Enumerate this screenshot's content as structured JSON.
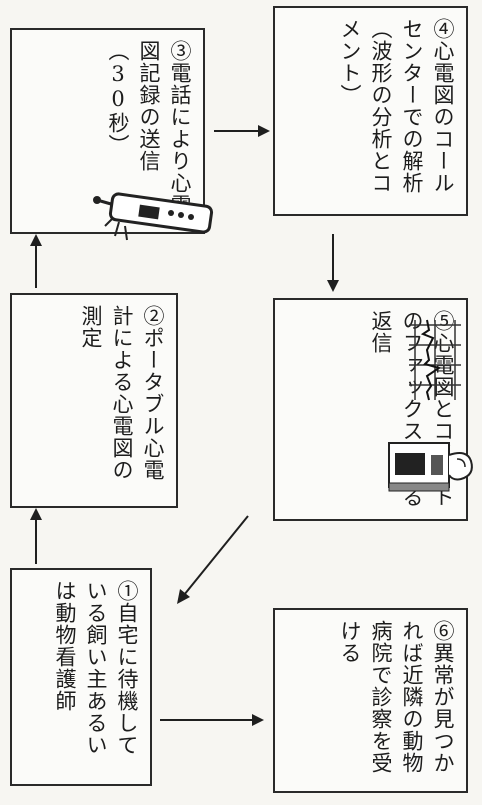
{
  "steps": {
    "s1": "①自宅に待機している飼い主あるいは動物看護師",
    "s2": "②ポータブル心電計による心電図の測定",
    "s3": "③電話により心電図記録の送信（30秒）",
    "s4": "④心電図のコールセンターでの解析（波形の分析とコメント）",
    "s5": "⑤心電図とコメントのファックスによる返信",
    "s6": "⑥異常が見つかれば近隣の動物病院で診察を受ける"
  }
}
